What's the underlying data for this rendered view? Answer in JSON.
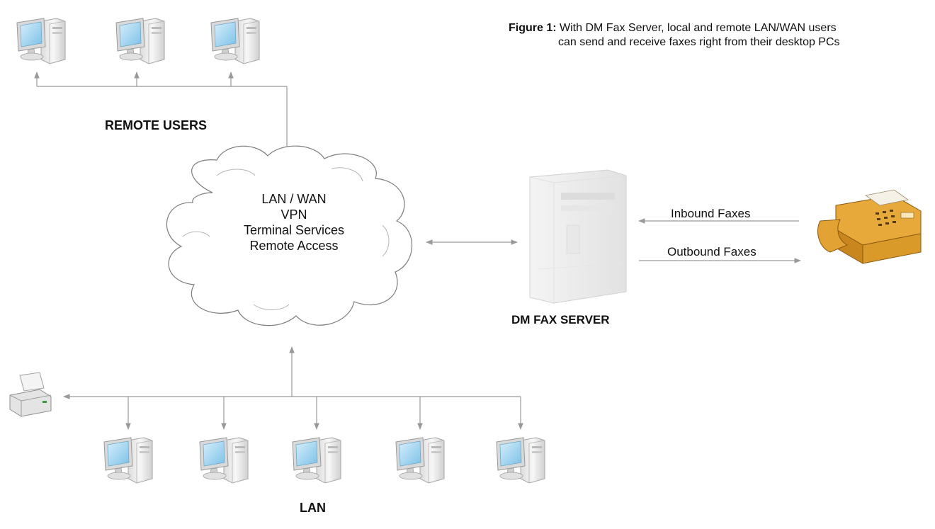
{
  "caption": {
    "label": "Figure 1:",
    "line1": "With DM Fax Server, local and remote LAN/WAN users",
    "line2": "can send and receive faxes right from their desktop PCs"
  },
  "labels": {
    "remote_users": "REMOTE USERS",
    "lan": "LAN",
    "fax_server": "DM FAX SERVER",
    "inbound": "Inbound Faxes",
    "outbound": "Outbound Faxes"
  },
  "cloud": {
    "lines": [
      "LAN / WAN",
      "VPN",
      "Terminal Services",
      "Remote Access"
    ]
  },
  "nodes": {
    "remote_pcs": 3,
    "lan_pcs": 5
  },
  "colors": {
    "connector": "#999999",
    "cloud_stroke": "#7d7d7d",
    "monitor_screen": "#9ed3f0",
    "fax_body": "#e8a93b"
  },
  "icons": [
    "desktop-pc-icon",
    "printer-icon",
    "server-tower-icon",
    "fax-machine-icon",
    "network-cloud-icon"
  ]
}
